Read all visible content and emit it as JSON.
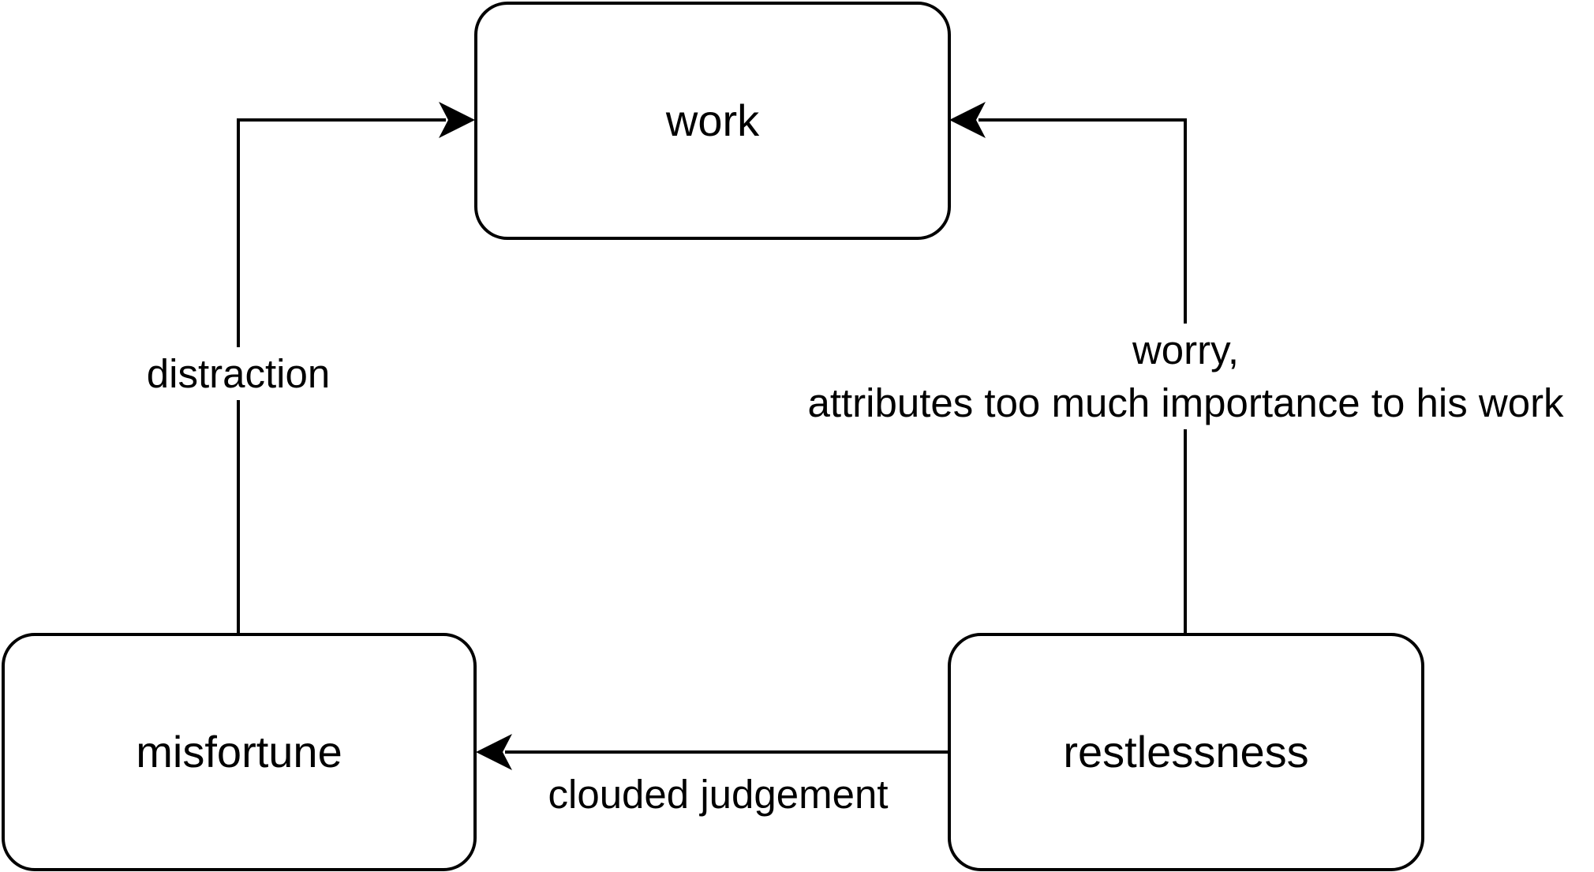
{
  "nodes": {
    "work": "work",
    "misfortune": "misfortune",
    "restlessness": "restlessness"
  },
  "edges": {
    "distraction": "distraction",
    "worry_line1": "worry,",
    "worry_line2": "attributes too much importance to his work",
    "clouded_judgement": "clouded judgement"
  },
  "colors": {
    "stroke": "#000000",
    "background": "#ffffff"
  }
}
